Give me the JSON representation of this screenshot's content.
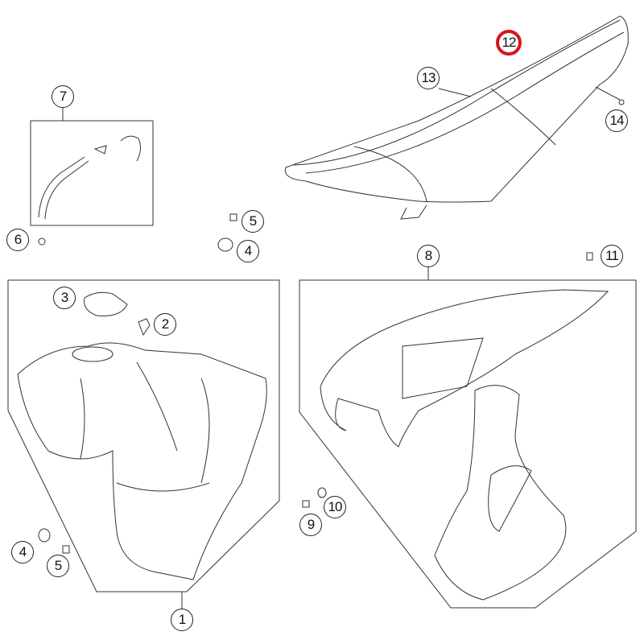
{
  "diagram": {
    "highlight_color": "#d8141b",
    "callouts": [
      {
        "id": "1",
        "label": "1"
      },
      {
        "id": "2",
        "label": "2"
      },
      {
        "id": "3",
        "label": "3"
      },
      {
        "id": "4a",
        "label": "4"
      },
      {
        "id": "4b",
        "label": "4"
      },
      {
        "id": "5a",
        "label": "5"
      },
      {
        "id": "5b",
        "label": "5"
      },
      {
        "id": "6",
        "label": "6"
      },
      {
        "id": "7",
        "label": "7"
      },
      {
        "id": "8",
        "label": "8"
      },
      {
        "id": "9",
        "label": "9"
      },
      {
        "id": "10",
        "label": "10"
      },
      {
        "id": "11",
        "label": "11"
      },
      {
        "id": "12",
        "label": "12",
        "highlighted": true
      },
      {
        "id": "13",
        "label": "13"
      },
      {
        "id": "14",
        "label": "14"
      }
    ]
  }
}
